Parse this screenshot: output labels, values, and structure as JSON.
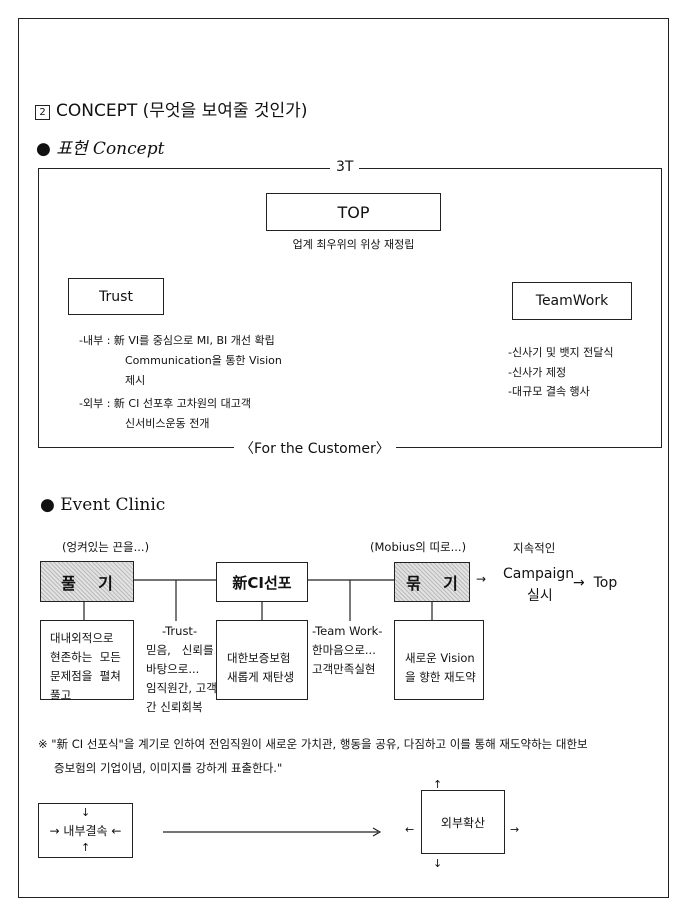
{
  "heading": "2 CONCEPT (무엇을 보여줄 것인가)",
  "heading_num": "2",
  "heading_text": "CONCEPT (무엇을 보여줄 것인가)",
  "section1": {
    "title": "표현 Concept",
    "frame_top": "3T",
    "frame_bottom": "〈For the Customer〉",
    "top": {
      "label": "TOP",
      "caption": "업계 최우위의 위상 재정립"
    },
    "trust": {
      "label": "Trust",
      "lines": [
        "-내부 : 新 VI를 중심으로 MI, BI 개선 확립",
        "Communication을  통한  Vision",
        "제시",
        "-외부 : 新 CI 선포후 고차원의 대고객",
        "신서비스운동 전개"
      ]
    },
    "teamwork": {
      "label": "TeamWork",
      "lines": [
        "-신사기 및 뱃지 전달식",
        "-신사가 제정",
        "-대규모 결속 행사"
      ]
    }
  },
  "section2": {
    "title": "Event Clinic",
    "step1": {
      "note": "(엉켜있는 끈을...)",
      "label": "풀    기",
      "detail": [
        "대내외적으로",
        "현존하는  모든",
        "문제점을  펼쳐",
        "풀고"
      ]
    },
    "link1": {
      "lines": [
        "-Trust-",
        "믿음,   신뢰를",
        "바탕으로...",
        "임직원간, 고객",
        "간 신뢰회복"
      ]
    },
    "step2": {
      "label": "新CI선포",
      "detail": [
        "대한보증보험",
        "새롭게 재탄생"
      ]
    },
    "link2": {
      "lines": [
        "-Team Work-",
        "한마음으로...",
        "고객만족실현"
      ]
    },
    "step3": {
      "note": "(Mobius의 띠로...)",
      "label": "묶    기",
      "detail": [
        "새로운 Vision",
        "을 향한 재도약"
      ]
    },
    "final": {
      "note": "지속적인",
      "campaign": "Campaign",
      "campaign2": "실시",
      "arrow": "→",
      "top": "→  Top"
    }
  },
  "note": [
    "※ \"新 CI 선포식\"을 계기로 인하여 전임직원이 새로운 가치관, 행동을 공유, 다짐하고 이를 통해 재도약하는 대한보",
    "증보험의 기업이념, 이미지를 강하게 표출한다.\""
  ],
  "bottom": {
    "inner": "→ 내부결속 ←",
    "outer": "외부확산"
  }
}
